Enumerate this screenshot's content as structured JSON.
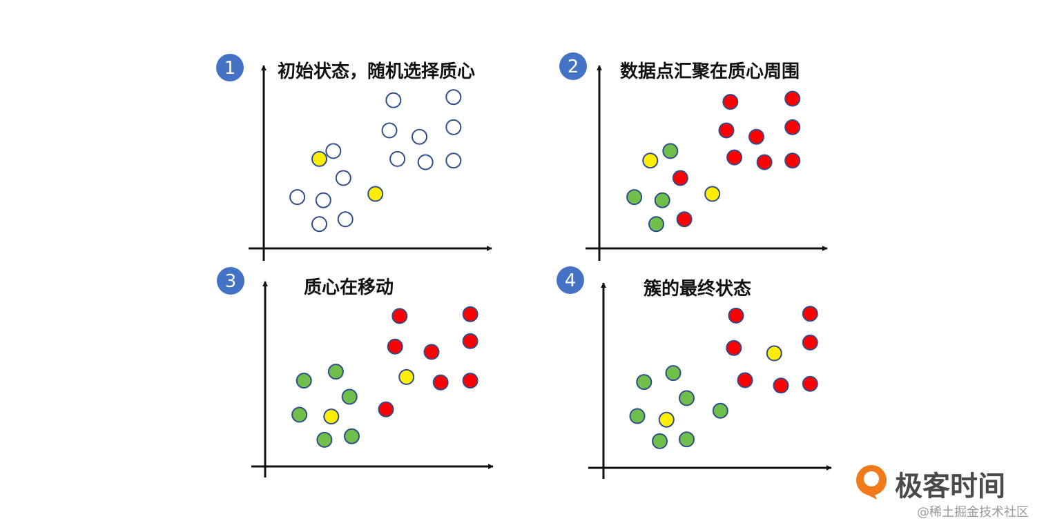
{
  "colors": {
    "badge": "#4472c4",
    "outline": "#2f4d8a",
    "hollow": "#ffffff",
    "yellow": "#ffee00",
    "red": "#ff0000",
    "green": "#6fbf4a",
    "axis": "#111111",
    "logo_orange": "#f07a1a"
  },
  "panels": [
    {
      "badge": "1",
      "title": "初始状态，随机选择质心",
      "points": [
        {
          "x": 0.25,
          "y": 0.52,
          "color": "yellow"
        },
        {
          "x": 0.32,
          "y": 0.57,
          "color": "hollow"
        },
        {
          "x": 0.37,
          "y": 0.4,
          "color": "hollow"
        },
        {
          "x": 0.14,
          "y": 0.28,
          "color": "hollow"
        },
        {
          "x": 0.27,
          "y": 0.26,
          "color": "hollow"
        },
        {
          "x": 0.25,
          "y": 0.11,
          "color": "hollow"
        },
        {
          "x": 0.38,
          "y": 0.14,
          "color": "hollow"
        },
        {
          "x": 0.53,
          "y": 0.3,
          "color": "yellow"
        },
        {
          "x": 0.62,
          "y": 0.89,
          "color": "hollow"
        },
        {
          "x": 0.6,
          "y": 0.7,
          "color": "hollow"
        },
        {
          "x": 0.64,
          "y": 0.52,
          "color": "hollow"
        },
        {
          "x": 0.75,
          "y": 0.66,
          "color": "hollow"
        },
        {
          "x": 0.78,
          "y": 0.5,
          "color": "hollow"
        },
        {
          "x": 0.92,
          "y": 0.91,
          "color": "hollow"
        },
        {
          "x": 0.92,
          "y": 0.72,
          "color": "hollow"
        },
        {
          "x": 0.92,
          "y": 0.51,
          "color": "hollow"
        }
      ]
    },
    {
      "badge": "2",
      "title": "数据点汇聚在质心周围",
      "points": [
        {
          "x": 0.22,
          "y": 0.51,
          "color": "yellow"
        },
        {
          "x": 0.32,
          "y": 0.57,
          "color": "green"
        },
        {
          "x": 0.37,
          "y": 0.4,
          "color": "red"
        },
        {
          "x": 0.14,
          "y": 0.28,
          "color": "green"
        },
        {
          "x": 0.28,
          "y": 0.26,
          "color": "green"
        },
        {
          "x": 0.25,
          "y": 0.11,
          "color": "green"
        },
        {
          "x": 0.39,
          "y": 0.14,
          "color": "red"
        },
        {
          "x": 0.53,
          "y": 0.3,
          "color": "yellow"
        },
        {
          "x": 0.62,
          "y": 0.88,
          "color": "red"
        },
        {
          "x": 0.6,
          "y": 0.7,
          "color": "red"
        },
        {
          "x": 0.64,
          "y": 0.53,
          "color": "red"
        },
        {
          "x": 0.75,
          "y": 0.66,
          "color": "red"
        },
        {
          "x": 0.79,
          "y": 0.5,
          "color": "red"
        },
        {
          "x": 0.93,
          "y": 0.9,
          "color": "red"
        },
        {
          "x": 0.93,
          "y": 0.72,
          "color": "red"
        },
        {
          "x": 0.93,
          "y": 0.51,
          "color": "red"
        }
      ]
    },
    {
      "badge": "3",
      "title": "质心在移动",
      "points": [
        {
          "x": 0.14,
          "y": 0.44,
          "color": "green"
        },
        {
          "x": 0.28,
          "y": 0.49,
          "color": "green"
        },
        {
          "x": 0.34,
          "y": 0.35,
          "color": "green"
        },
        {
          "x": 0.12,
          "y": 0.25,
          "color": "green"
        },
        {
          "x": 0.26,
          "y": 0.24,
          "color": "yellow"
        },
        {
          "x": 0.23,
          "y": 0.11,
          "color": "green"
        },
        {
          "x": 0.35,
          "y": 0.13,
          "color": "green"
        },
        {
          "x": 0.5,
          "y": 0.28,
          "color": "red"
        },
        {
          "x": 0.56,
          "y": 0.8,
          "color": "red"
        },
        {
          "x": 0.54,
          "y": 0.63,
          "color": "red"
        },
        {
          "x": 0.59,
          "y": 0.46,
          "color": "yellow"
        },
        {
          "x": 0.7,
          "y": 0.6,
          "color": "red"
        },
        {
          "x": 0.74,
          "y": 0.43,
          "color": "red"
        },
        {
          "x": 0.87,
          "y": 0.81,
          "color": "red"
        },
        {
          "x": 0.87,
          "y": 0.66,
          "color": "red"
        },
        {
          "x": 0.87,
          "y": 0.44,
          "color": "red"
        }
      ]
    },
    {
      "badge": "4",
      "title": "簇的最终状态",
      "points": [
        {
          "x": 0.15,
          "y": 0.44,
          "color": "green"
        },
        {
          "x": 0.28,
          "y": 0.49,
          "color": "green"
        },
        {
          "x": 0.34,
          "y": 0.35,
          "color": "green"
        },
        {
          "x": 0.12,
          "y": 0.25,
          "color": "green"
        },
        {
          "x": 0.25,
          "y": 0.23,
          "color": "yellow"
        },
        {
          "x": 0.22,
          "y": 0.11,
          "color": "green"
        },
        {
          "x": 0.34,
          "y": 0.12,
          "color": "green"
        },
        {
          "x": 0.49,
          "y": 0.28,
          "color": "green"
        },
        {
          "x": 0.56,
          "y": 0.81,
          "color": "red"
        },
        {
          "x": 0.55,
          "y": 0.63,
          "color": "red"
        },
        {
          "x": 0.6,
          "y": 0.45,
          "color": "red"
        },
        {
          "x": 0.73,
          "y": 0.6,
          "color": "yellow"
        },
        {
          "x": 0.76,
          "y": 0.42,
          "color": "red"
        },
        {
          "x": 0.89,
          "y": 0.82,
          "color": "red"
        },
        {
          "x": 0.89,
          "y": 0.66,
          "color": "red"
        },
        {
          "x": 0.89,
          "y": 0.43,
          "color": "red"
        }
      ]
    }
  ],
  "logo": {
    "name": "极客时间",
    "icon": "geektime-logo-icon"
  },
  "watermark": "@稀土掘金技术社区"
}
